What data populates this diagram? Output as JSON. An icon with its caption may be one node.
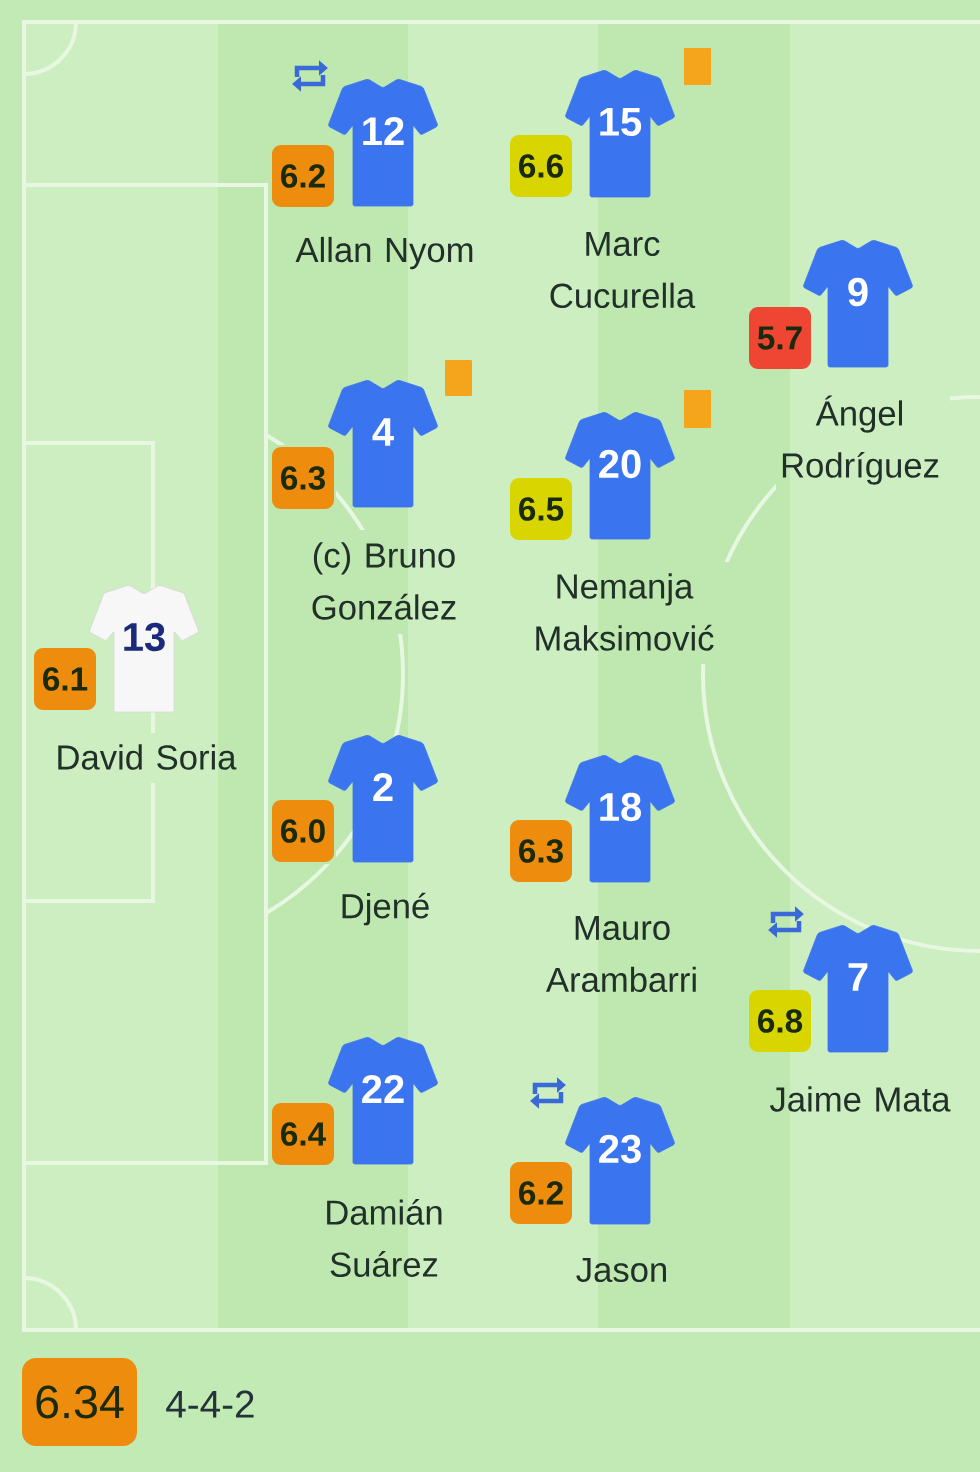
{
  "diagram": {
    "nodes": [
      {
        "text": [
          "13"
        ],
        "beside": [
          "David Soria"
        ]
      },
      {
        "text": [
          "6.1"
        ]
      },
      {
        "text": [
          "12"
        ],
        "beside": [
          "Allan Nyom"
        ]
      },
      {
        "text": [
          "6.2"
        ]
      },
      {
        "text": [
          "4"
        ],
        "beside": [
          "(c) Bruno González"
        ]
      },
      {
        "text": [
          "6.3"
        ]
      },
      {
        "text": [
          "2"
        ],
        "beside": [
          "Djené"
        ]
      },
      {
        "text": [
          "6.0"
        ]
      },
      {
        "text": [
          "22"
        ],
        "beside": [
          "Damián Suárez"
        ]
      },
      {
        "text": [
          "6.4"
        ]
      },
      {
        "text": [
          "15"
        ],
        "beside": [
          "Marc Cucurella"
        ]
      },
      {
        "text": [
          "6.6"
        ]
      },
      {
        "text": [
          "20"
        ],
        "beside": [
          "Nemanja Maksimović"
        ]
      },
      {
        "text": [
          "6.5"
        ]
      },
      {
        "text": [
          "18"
        ],
        "beside": [
          "Mauro Arambarri"
        ]
      },
      {
        "text": [
          "6.3"
        ]
      },
      {
        "text": [
          "23"
        ],
        "beside": [
          "Jason"
        ]
      },
      {
        "text": [
          "6.2"
        ]
      },
      {
        "text": [
          "9"
        ],
        "beside": [
          "Ángel Rodríguez"
        ]
      },
      {
        "text": [
          "5.7"
        ]
      },
      {
        "text": [
          "7"
        ],
        "beside": [
          "Jaime Mata"
        ]
      },
      {
        "text": [
          "6.8"
        ]
      },
      {
        "text": [
          "6.34"
        ]
      }
    ],
    "labels": [
      "4-4-2"
    ]
  }
}
